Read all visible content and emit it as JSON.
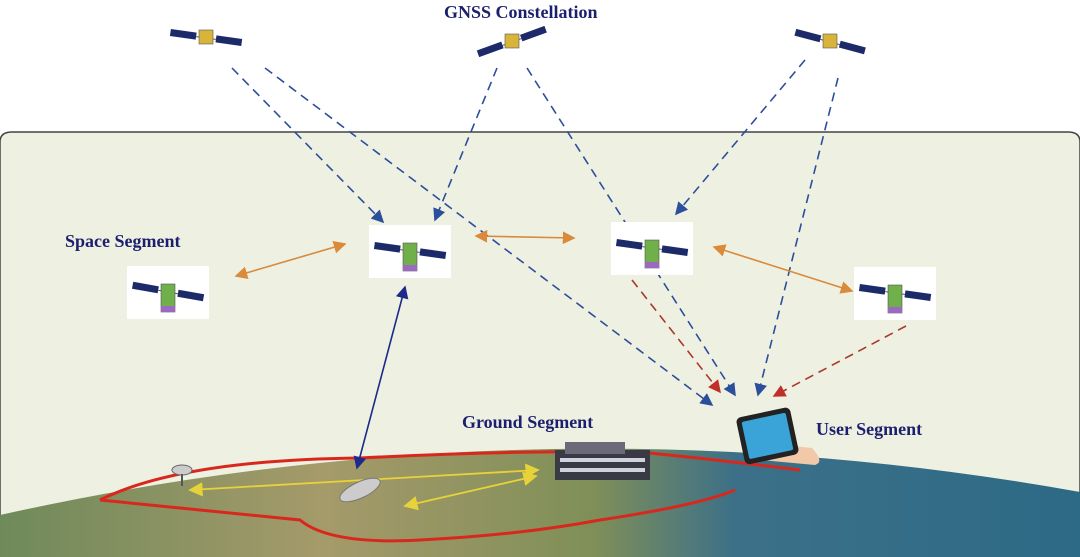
{
  "title": "GNSS Constellation",
  "labels": {
    "space": "Space Segment",
    "ground": "Ground Segment",
    "user": "User Segment"
  },
  "colors": {
    "panel": "#eef0e2",
    "signal_blue": "#2c4f9c",
    "signal_red": "#a83a2c",
    "crosslink_orange": "#d98a3a",
    "uplink_navy": "#1c2a8a",
    "ground_yellow": "#e8d23a",
    "border_red": "#d8281e",
    "ocean": "#2d6a86",
    "land": "#8a9a66"
  }
}
